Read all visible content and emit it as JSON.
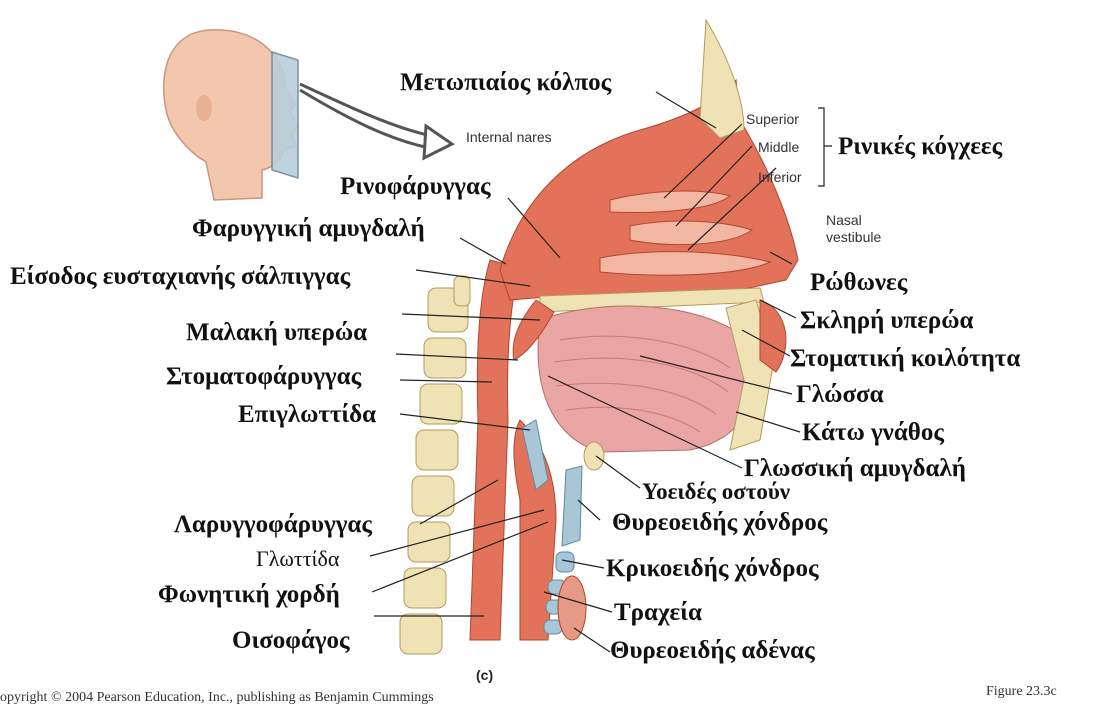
{
  "labels": {
    "frontal_sinus": "Μετωπιαίος κόλπος",
    "internal_nares": "Internal nares",
    "nasopharynx": "Ρινοφάρυγγας",
    "pharyngeal_tonsil": "Φαρυγγική αμυγδαλή",
    "eustachian_opening": "Είσοδος ευσταχιανής σάλπιγγας",
    "soft_palate": "Μαλακή υπερώα",
    "oropharynx": "Στοματοφάρυγγας",
    "epiglottis": "Επιγλωττίδα",
    "laryngopharynx": "Λαρυγγοφάρυγγας",
    "glottis": "Γλωττίδα",
    "vocal_cord": "Φωνητική χορδή",
    "esophagus": "Οισοφάγος",
    "superior": "Superior",
    "middle": "Middle",
    "inferior": "Inferior",
    "nasal_conchae": "Ρινικές κόγχεες",
    "nasal_vestibule": "Nasal\nvestibule",
    "nostrils": "Ρώθωνες",
    "hard_palate": "Σκληρή υπερώα",
    "oral_cavity": "Στοματική κοιλότητα",
    "tongue": "Γλώσσα",
    "mandible": "Κάτω γνάθος",
    "lingual_tonsil": "Γλωσσική αμυγδαλή",
    "hyoid_bone": "Υοειδές οστούν",
    "thyroid_cartilage": "Θυρεοειδής χόνδρος",
    "cricoid_cartilage": "Κρικοειδής χόνδρος",
    "trachea": "Τραχεία",
    "thyroid_gland": "Θυρεοειδής αδένας",
    "panel": "(c)"
  },
  "footer": {
    "copyright": "opyright © 2004 Pearson Education, Inc., publishing as Benjamin Cummings",
    "figure": "Figure 23.3c"
  },
  "colors": {
    "tissue": "#e2735a",
    "tissue_light": "#f2b7a3",
    "muscle": "#e9a6a4",
    "bone": "#efe3b6",
    "cartilage": "#a8c6d6",
    "skin": "#f6cdb5",
    "leader": "#222222"
  },
  "icons": {
    "head": "head-profile-icon",
    "plane": "section-plane-icon",
    "arrow": "curved-arrow-icon"
  }
}
